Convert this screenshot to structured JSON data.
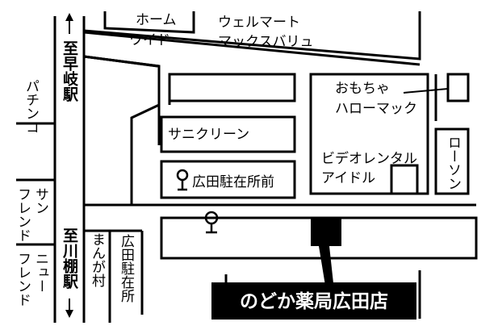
{
  "map": {
    "destination": "のどか薬局広田店",
    "station_north": "至早岐駅",
    "station_south": "至川棚駅",
    "landmarks": {
      "home_wide": [
        "ホーム",
        "ワイド"
      ],
      "wellmart": [
        "ウェルマート",
        "マックスバリュ"
      ],
      "pachinko": "パチンコ",
      "sani_clean": "サニクリーン",
      "hiroda_chuzaisho": "広田駐在所前",
      "omochaya": [
        "おもちゃ",
        "ハローマック"
      ],
      "video_rental": [
        "ビデオレンタル",
        "アイドル"
      ],
      "lawson": "ローソン",
      "sun_friend": [
        "サン",
        "フレンド"
      ],
      "new_friend": [
        "ニュー",
        "フレンド"
      ],
      "manga_mura": "まんが村",
      "hiroda_chuzaisho_v": "広田駐在所"
    },
    "colors": {
      "road_outline": "#000000",
      "background": "#ffffff",
      "banner": "#000000",
      "banner_text": "#ffffff"
    }
  }
}
